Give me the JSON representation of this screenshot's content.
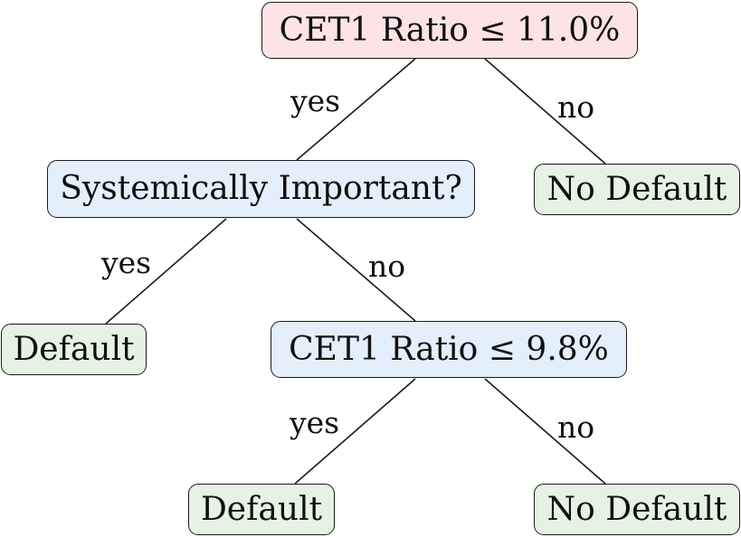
{
  "nodes": {
    "root": "CET1 Ratio ≤ 11.0%",
    "systemic": "Systemically Important?",
    "root_no_leaf": "No Default",
    "systemic_yes_leaf": "Default",
    "cet1_low": "CET1 Ratio ≤ 9.8%",
    "low_yes_leaf": "Default",
    "low_no_leaf": "No Default"
  },
  "edges": {
    "root_yes": "yes",
    "root_no": "no",
    "systemic_yes": "yes",
    "systemic_no": "no",
    "low_yes": "yes",
    "low_no": "no"
  },
  "colors": {
    "root_fill": "#fde3e6",
    "decision_fill": "#e3effb",
    "leaf_fill": "#e6f2e4",
    "stroke": "#1a1a1a"
  }
}
